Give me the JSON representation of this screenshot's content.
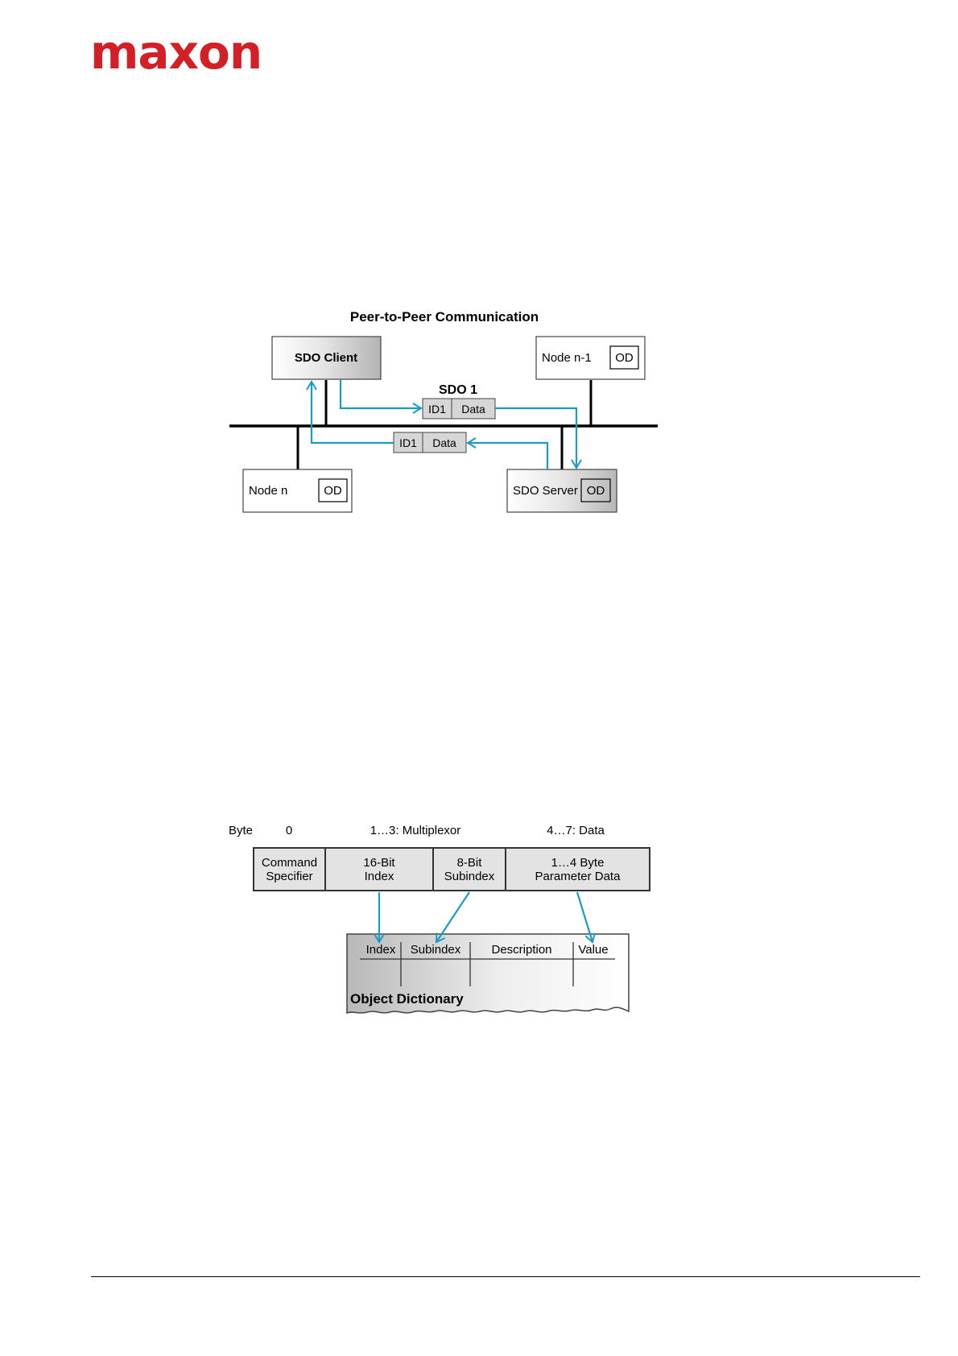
{
  "brand": {
    "logo_text": "maxon",
    "logo_color": "#d31f26"
  },
  "diagram1": {
    "title": "Peer-to-Peer Communication",
    "sdo_client": "SDO Client",
    "node_n_minus_1": "Node n-1",
    "od": "OD",
    "sdo_label": "SDO 1",
    "msg_id": "ID1",
    "msg_data": "Data",
    "node_n": "Node n",
    "sdo_server": "SDO Server",
    "arrow_color": "#1a9bc4"
  },
  "diagram2": {
    "header_byte": "Byte",
    "header_0": "0",
    "header_mux": "1…3: Multiplexor",
    "header_data": "4…7: Data",
    "cell_command_line1": "Command",
    "cell_command_line2": "Specifier",
    "cell_index_line1": "16-Bit",
    "cell_index_line2": "Index",
    "cell_subindex_line1": "8-Bit",
    "cell_subindex_line2": "Subindex",
    "cell_param_line1": "1…4 Byte",
    "cell_param_line2": "Parameter Data",
    "od_col_index": "Index",
    "od_col_subindex": "Subindex",
    "od_col_description": "Description",
    "od_col_value": "Value",
    "od_title": "Object Dictionary"
  }
}
